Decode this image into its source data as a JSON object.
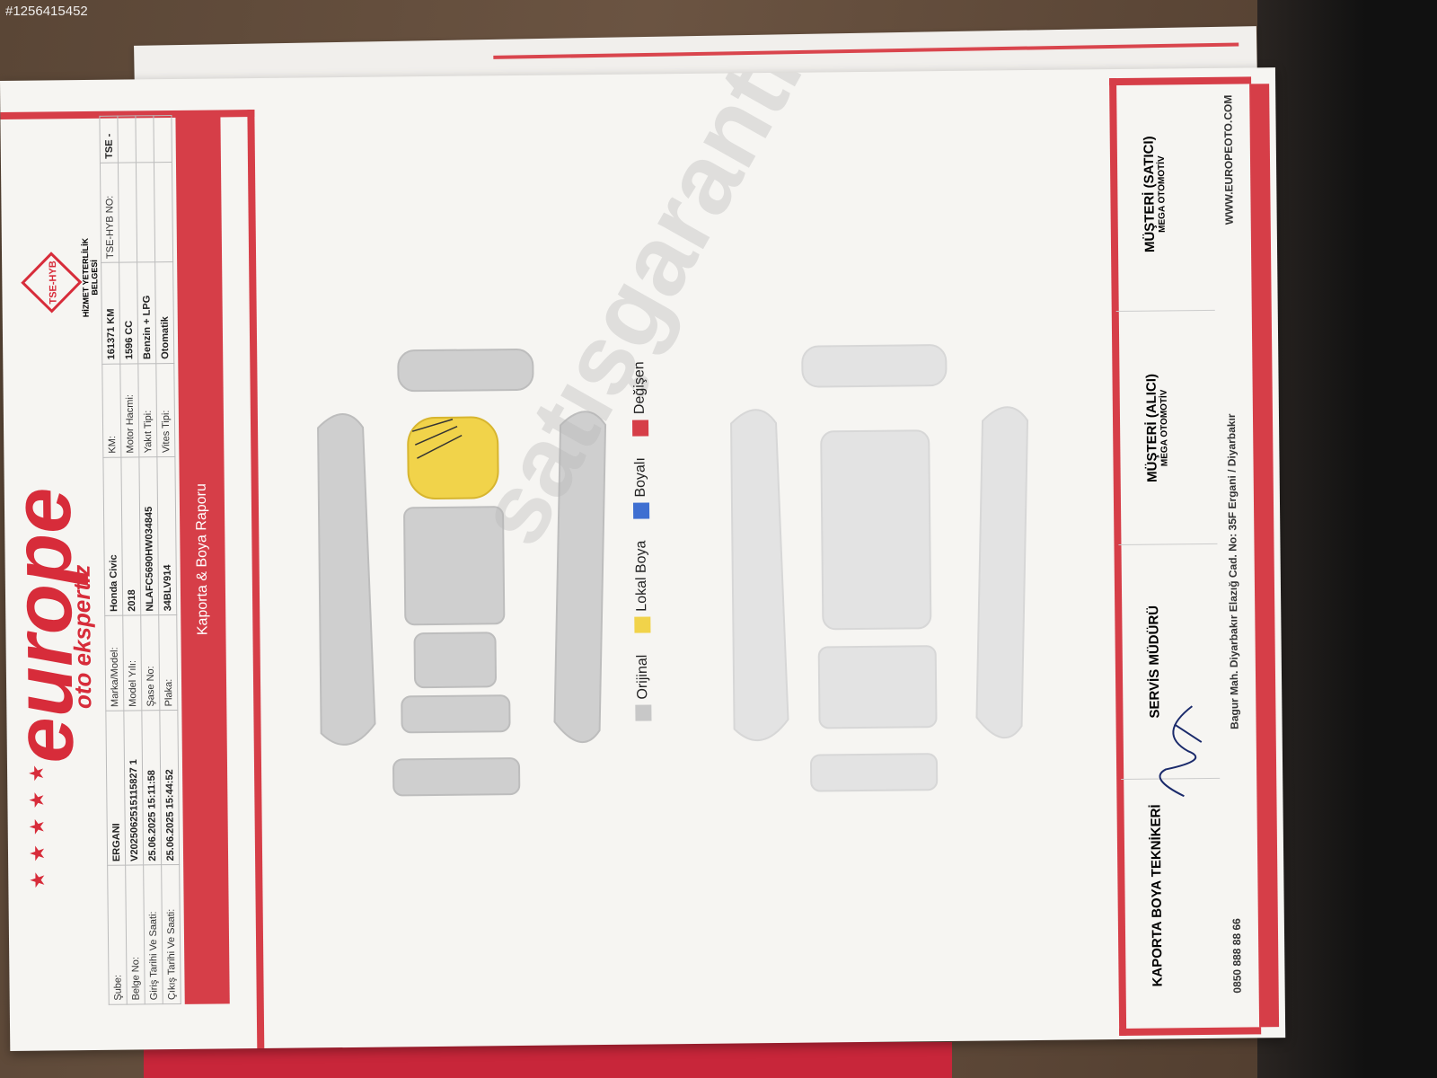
{
  "watermark_id": "#1256415452",
  "brand": {
    "name": "europe",
    "tagline": "oto ekspertiz",
    "tse_label": "TSE-HYB",
    "tse_sub": "HİZMET YETERLİLİK BELGESİ"
  },
  "report_title": "Kaporta & Boya Raporu",
  "info_rows": [
    {
      "label": "Şube:",
      "value": "ERGANI"
    },
    {
      "label": "Belge No:",
      "value": "V2025062515115827 1"
    },
    {
      "label": "Giriş Tarihi Ve Saati:",
      "value": "25.06.2025 15:11:58"
    },
    {
      "label": "Çıkış Tarihi Ve Saati:",
      "value": "25.06.2025 15:44:52"
    }
  ],
  "vehicle_rows": [
    {
      "label": "Marka/Model:",
      "value": "Honda Civic"
    },
    {
      "label": "Model Yılı:",
      "value": "2018"
    },
    {
      "label": "Şase No:",
      "value": "NLAFC5690HW034845"
    },
    {
      "label": "Plaka:",
      "value": "34BLV914"
    }
  ],
  "tech_rows": [
    {
      "label": "TSE-HYB NO:",
      "value": "TSE -"
    },
    {
      "label": "KM:",
      "value": "161371 KM"
    },
    {
      "label": "Motor Hacmi:",
      "value": "1596 CC"
    },
    {
      "label": "Yakıt Tipi:",
      "value": "Benzin + LPG"
    },
    {
      "label": "Vites Tipi:",
      "value": "Otomatik"
    }
  ],
  "legend": [
    {
      "label": "Orijinal",
      "color": "#c8c8c8"
    },
    {
      "label": "Lokal Boya",
      "color": "#f1d34a"
    },
    {
      "label": "Boyalı",
      "color": "#3f6fd1"
    },
    {
      "label": "Değişen",
      "color": "#d63e48"
    }
  ],
  "watermark": "satışgaranti.com",
  "signatures": [
    {
      "title": "KAPORTA BOYA TEKNİKERİ",
      "sub": ""
    },
    {
      "title": "SERVİS MÜDÜRÜ",
      "sub": ""
    },
    {
      "title": "MÜŞTERİ (ALICI)",
      "sub": "MEGA OTOMOTİV"
    },
    {
      "title": "MÜŞTERİ (SATICI)",
      "sub": "MEGA OTOMOTİV"
    }
  ],
  "footer": {
    "phone": "0850 888 88 66",
    "address": "Bagur Mah. Diyarbakır Elazığ Cad. No: 35F Ergani / Diyarbakır",
    "website": "WWW.EUROPEOTO.COM"
  }
}
